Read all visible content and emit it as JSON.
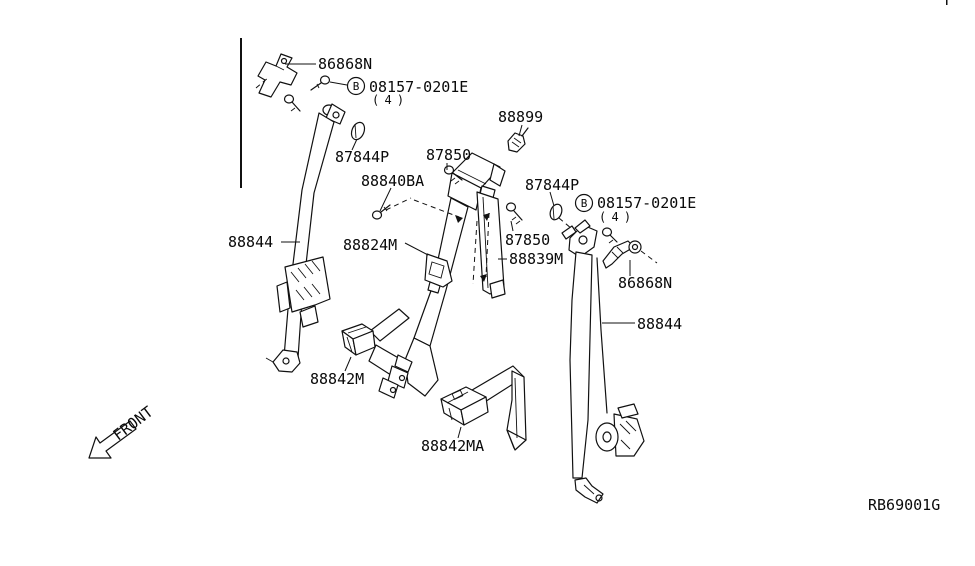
{
  "diagram": {
    "drawing_code": "RB69001G",
    "front_label": "FRONT",
    "labels": {
      "anchor_bracket_left": "86868N",
      "bolt_ref_letter_left": "B",
      "bolt_ref_left": "08157-0201E",
      "bolt_ref_qty_left": "( 4 )",
      "grommet_left": "87844P",
      "screw_upper": "87850",
      "clip": "88899",
      "screw_belt": "88840BA",
      "belt_left": "88844",
      "adjuster": "88824M",
      "grommet_right": "87844P",
      "bolt_ref_letter_right": "B",
      "bolt_ref_right": "08157-0201E",
      "bolt_ref_qty_right": "( 4 )",
      "screw_center": "87850",
      "belt_center": "88839M",
      "anchor_bracket_right": "86868N",
      "belt_right": "88844",
      "buckle_outer": "88842M",
      "buckle_center": "88842MA"
    }
  }
}
